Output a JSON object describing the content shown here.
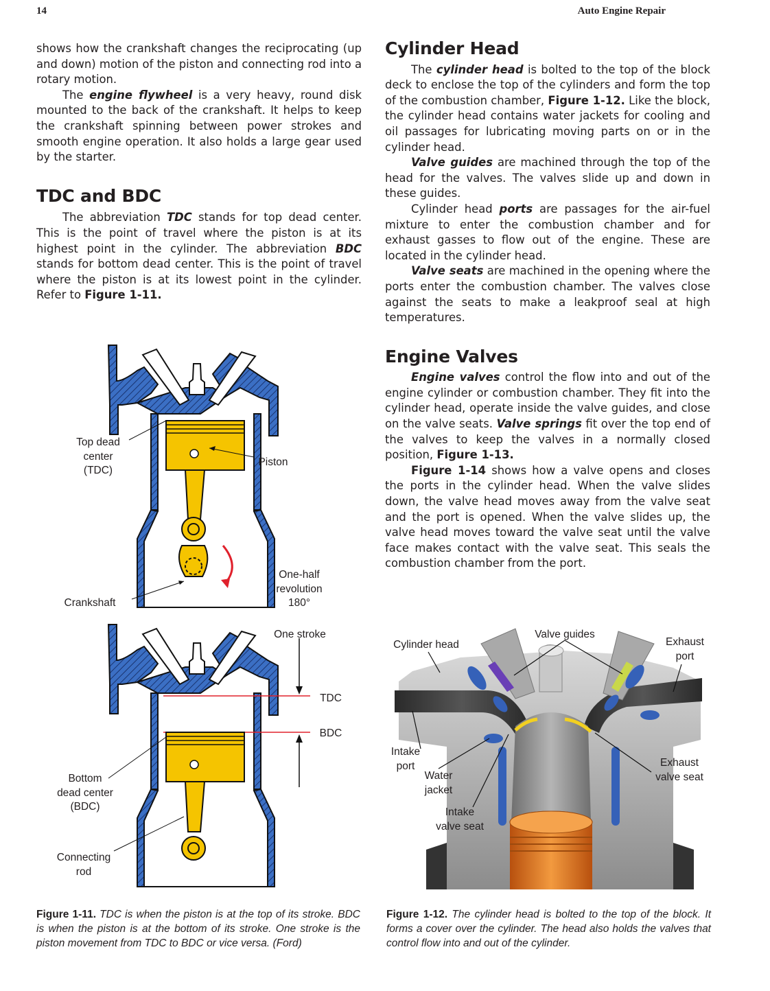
{
  "header": {
    "page_number": "14",
    "book_title": "Auto Engine Repair"
  },
  "left_column": {
    "intro": "shows how the crankshaft changes the reciprocating (up and down) motion of the piston and connecting rod into a rotary motion.",
    "flywheel": {
      "a": "The ",
      "term": "engine flywheel",
      "b": " is a very heavy, round disk mounted to the back of the crankshaft. It helps to keep the crankshaft spinning between power strokes and smooth engine operation. It also holds a large gear used by the starter."
    },
    "tdc_heading": "TDC and BDC",
    "tdc": {
      "a": "The abbreviation ",
      "t1": "TDC",
      "b": " stands for top dead center. This is the point of travel where the piston is at its highest point in the cylinder. The abbreviation ",
      "t2": "BDC",
      "c": " stands for bottom dead center. This is the point of travel where the piston is at its lowest point in the cylinder. Refer to ",
      "fig": "Figure 1-11."
    }
  },
  "right_column": {
    "head_heading": "Cylinder Head",
    "p1": {
      "a": "The ",
      "term": "cylinder head",
      "b": " is bolted to the top of the block deck to enclose the top of the cylinders and form the top of the combustion chamber, ",
      "fig": "Figure 1-12.",
      "c": " Like the block, the cylinder head contains water jackets for cooling and oil passages for lubricating moving parts on or in the cylinder head."
    },
    "p2": {
      "term": "Valve guides",
      "b": " are machined through the top of the head for the valves. The valves slide up and down in these guides."
    },
    "p3": {
      "a": "Cylinder head ",
      "term": "ports",
      "b": " are passages for the air-fuel mixture to enter the combustion chamber and for exhaust gasses to flow out of the engine. These are located in the cylinder head."
    },
    "p4": {
      "term": "Valve seats",
      "b": " are machined in the opening where the ports enter the combustion chamber. The valves close against the seats to make a leakproof seal at high temperatures."
    },
    "valves_heading": "Engine Valves",
    "p5": {
      "term": "Engine valves",
      "b": " control the flow into and out of the engine cylinder or combustion chamber. They fit into the cylinder head, operate inside the valve guides, and close on the valve seats. ",
      "term2": "Valve springs",
      "c": " fit over the top end of the valves to keep the valves in a normally closed position, ",
      "fig": "Figure 1-13."
    },
    "p6": {
      "fig": "Figure 1-14",
      "b": " shows how a valve opens and closes the ports in the cylinder head. When the valve slides down, the valve head moves away from the valve seat and the port is opened. When the valve slides up, the valve head moves toward the valve seat until the valve face makes contact with the valve seat. This seals the combustion chamber from the port."
    }
  },
  "figure_1_11": {
    "labels": {
      "top_dead_center": "Top dead\ncenter\n(TDC)",
      "piston": "Piston",
      "crankshaft": "Crankshaft",
      "one_half": "One-half\nrevolution\n180°",
      "one_stroke": "One stroke",
      "tdc": "TDC",
      "bdc": "BDC",
      "bottom_dead_center": "Bottom\ndead center\n(BDC)",
      "connecting_rod": "Connecting\nrod"
    },
    "caption": {
      "num": "Figure 1-11.",
      "text": " TDC is when the piston is at the top of its stroke. BDC is when the piston is at the bottom of its stroke. One stroke is the piston movement from TDC to BDC or vice versa. (Ford)"
    }
  },
  "figure_1_12": {
    "labels": {
      "cylinder_head": "Cylinder head",
      "valve_guides": "Valve guides",
      "exhaust_port": "Exhaust\nport",
      "intake_port": "Intake\nport",
      "water_jacket": "Water\njacket",
      "intake_valve_seat": "Intake\nvalve seat",
      "exhaust_valve_seat": "Exhaust\nvalve seat"
    },
    "caption": {
      "num": "Figure 1-12.",
      "text": " The cylinder head is bolted to the top of the block. It forms a cover over the cylinder. The head also holds the valves that control flow into and out of the cylinder."
    }
  },
  "colors": {
    "engine_blue": "#3b6fc4",
    "piston_yellow": "#f5c400",
    "arrow_red": "#e0212c",
    "piston_orange": "#e8781e",
    "guide_purple": "#6a3fb6",
    "guide_green": "#c9d84a"
  }
}
